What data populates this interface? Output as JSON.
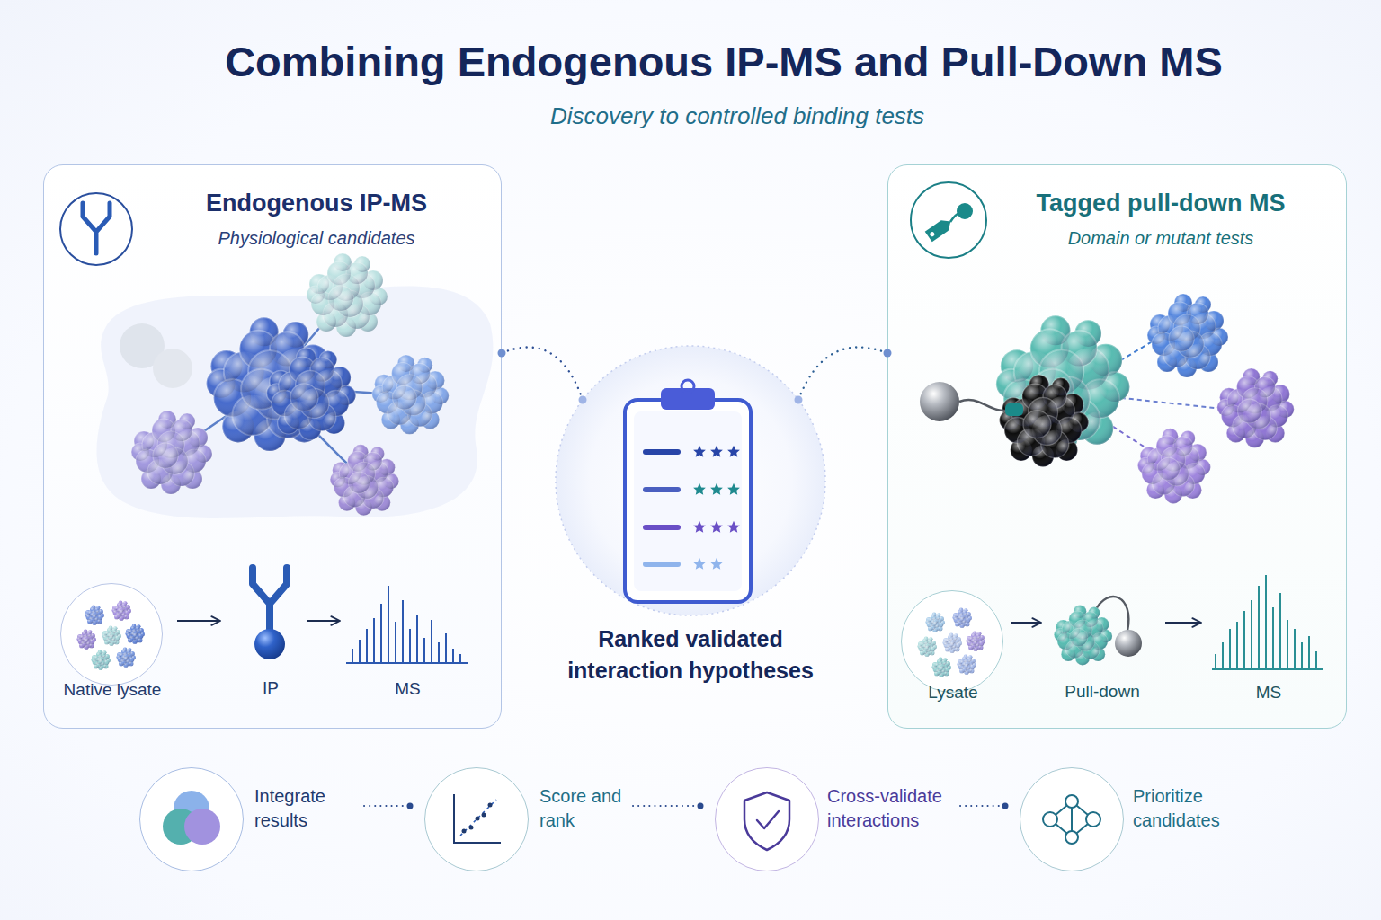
{
  "diagram": {
    "title": "Combining Endogenous IP-MS and Pull-Down MS",
    "nodes": [
      {
        "text": [
          "Endogenous IP-MS",
          "Physiological candidates"
        ]
      },
      {
        "text": [
          "Native lysate"
        ],
        "in": 0
      },
      {
        "text": [
          "IP"
        ],
        "in": 0
      },
      {
        "text": [
          "MS"
        ],
        "in": 0
      },
      {
        "text": [
          "Ranked validated interaction hypotheses"
        ]
      },
      {
        "text": [
          "Tagged pull-down MS",
          "Domain or mutant tests"
        ]
      },
      {
        "text": [
          "Lysate"
        ],
        "in": 5
      },
      {
        "text": [
          "Pull-down"
        ],
        "in": 5
      },
      {
        "text": [
          "MS"
        ],
        "in": 5
      },
      {
        "text": [
          "Integrate results"
        ]
      },
      {
        "text": [
          "Score and rank"
        ]
      },
      {
        "text": [
          "Cross-validate interactions"
        ]
      },
      {
        "text": [
          "Prioritize candidates"
        ]
      }
    ],
    "edges": [
      {
        "from": 0,
        "to": 4,
        "arrow": "none"
      },
      {
        "from": 5,
        "to": 4,
        "arrow": "none"
      },
      {
        "from": 1,
        "to": 2,
        "arrow": "to"
      },
      {
        "from": 2,
        "to": 3,
        "arrow": "to"
      },
      {
        "from": 6,
        "to": 7,
        "arrow": "to"
      },
      {
        "from": 7,
        "to": 8,
        "arrow": "to"
      },
      {
        "from": 9,
        "to": 10,
        "arrow": "to"
      },
      {
        "from": 10,
        "to": 11,
        "arrow": "to"
      },
      {
        "from": 11,
        "to": 12,
        "arrow": "to"
      }
    ],
    "labels": [
      "Discovery to controlled binding tests"
    ]
  }
}
